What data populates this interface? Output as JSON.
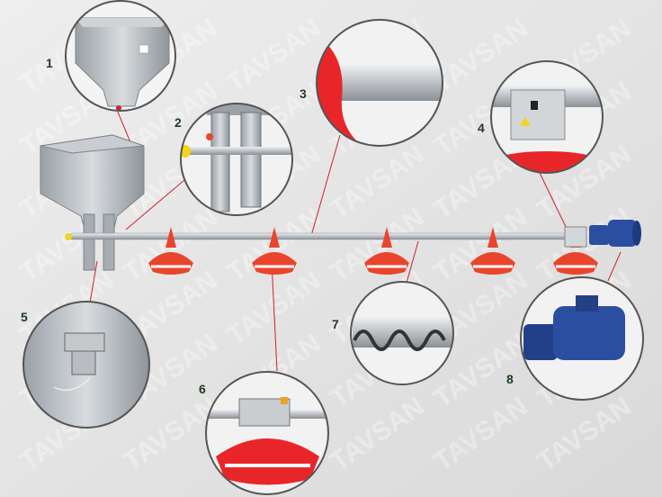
{
  "watermark": "TAVSAN",
  "labels": [
    "1",
    "2",
    "3",
    "4",
    "5",
    "6",
    "7",
    "8"
  ],
  "colors": {
    "background": "#e4e4e4",
    "feeder": "#e8452c",
    "leader_line": "#d0202a",
    "label": "#1e3b22",
    "motor": "#2b4fa0",
    "galvanized": "#b9bec4"
  }
}
